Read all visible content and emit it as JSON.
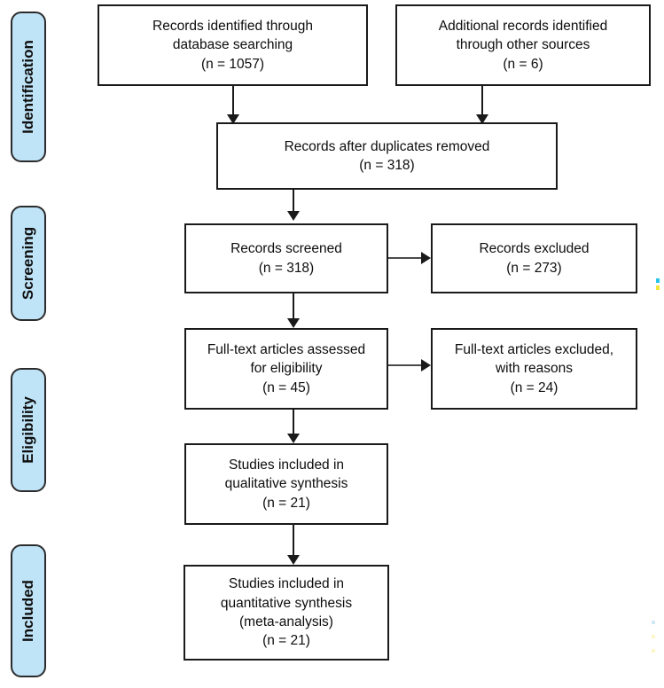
{
  "diagram": {
    "type": "prisma-flow-diagram",
    "colors": {
      "stage_tab_fill": "#bfe4f8",
      "stage_tab_border": "#2b2b2b",
      "box_border": "#1a1a1a",
      "box_fill": "#ffffff",
      "text": "#0d0d0d",
      "connector": "#1a1a1a"
    },
    "stages": [
      {
        "id": "identification",
        "label": "Identification"
      },
      {
        "id": "screening",
        "label": "Screening"
      },
      {
        "id": "eligibility",
        "label": "Eligibility"
      },
      {
        "id": "included",
        "label": "Included"
      }
    ],
    "boxes": [
      {
        "id": "records-identified-database",
        "lines": "Records identified through\ndatabase searching\n(n = 1057)",
        "count": 1057
      },
      {
        "id": "additional-records-other-sources",
        "lines": "Additional records identified\nthrough other sources\n(n = 6)",
        "count": 6
      },
      {
        "id": "records-after-duplicates-removed",
        "lines": "Records after duplicates removed\n(n = 318)",
        "count": 318
      },
      {
        "id": "records-screened",
        "lines": "Records screened\n(n = 318)",
        "count": 318
      },
      {
        "id": "records-excluded",
        "lines": "Records excluded\n(n = 273)",
        "count": 273
      },
      {
        "id": "full-text-articles-assessed",
        "lines": "Full-text articles assessed\nfor eligibility\n(n = 45)",
        "count": 45
      },
      {
        "id": "full-text-articles-excluded",
        "lines": "Full-text articles excluded,\nwith reasons\n(n = 24)",
        "count": 24
      },
      {
        "id": "studies-qualitative-synthesis",
        "lines": "Studies included in\nqualitative synthesis\n(n = 21)",
        "count": 21
      },
      {
        "id": "studies-quantitative-synthesis",
        "lines": "Studies included in\nquantitative synthesis\n(meta-analysis)\n(n = 21)",
        "count": 21
      }
    ]
  }
}
